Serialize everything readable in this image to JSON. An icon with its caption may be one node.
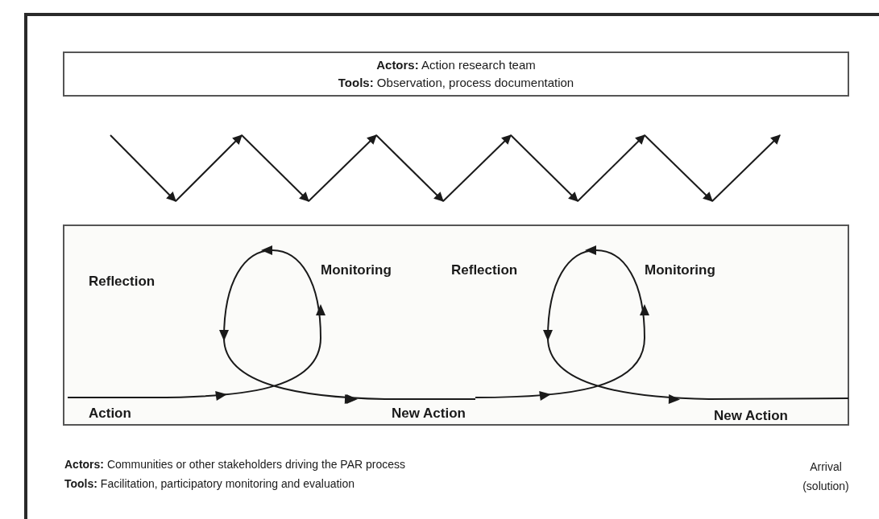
{
  "diagram": {
    "nodes": [
      {
        "text": [
          "**Actors:** Action research team",
          "**Tools:** Observation, process documentation"
        ]
      },
      {
        "text": [],
        "shape": "box"
      }
    ],
    "labels": [
      "Reflection",
      "Monitoring",
      "Reflection",
      "Monitoring",
      "Action",
      "New Action",
      "New Action",
      "**Actors:** Communities or other stakeholders driving the PAR process",
      "**Tools:** Facilitation, participatory monitoring and evaluation",
      "Arrival (solution)"
    ]
  }
}
